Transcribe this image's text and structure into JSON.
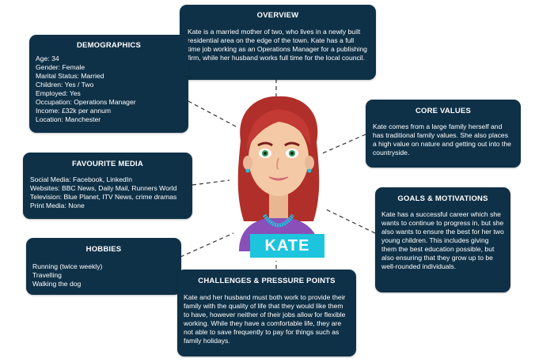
{
  "persona": {
    "name": "KATE"
  },
  "overview": {
    "title": "OVERVIEW",
    "text": "Kate is a married mother of two, who lives in a newly built residential area on the edge of the town. Kate has a full time job working as an Operations Manager for a publishing firm, while her husband works full time for the local council."
  },
  "demographics": {
    "title": "DEMOGRAPHICS",
    "lines": [
      "Age: 34",
      "Gender: Female",
      "Marital Status: Married",
      "Children: Yes / Two",
      "Employed: Yes",
      "Occupation: Operations Manager",
      "Income: £32k per annum",
      "Location: Manchester"
    ]
  },
  "core_values": {
    "title": "CORE VALUES",
    "text": "Kate comes from a large family herself and has traditional family values. She also places a high value on nature and getting out into the countryside."
  },
  "favourite_media": {
    "title": "FAVOURITE MEDIA",
    "lines": [
      "Social Media: Facebook, LinkedIn",
      "Websites: BBC News, Daily Mail, Runners World",
      "Television: Blue Planet, ITV News, crime dramas",
      "Print Media: None"
    ]
  },
  "goals": {
    "title": "GOALS & MOTIVATIONS",
    "text": "Kate has a successful career which she wants to continue to progress in, but she also wants to ensure the best for her two young children. This includes giving them the best education possible, but also ensuring that they grow up to be well-rounded individuals."
  },
  "hobbies": {
    "title": "HOBBIES",
    "lines": [
      "Running (twice weekly)",
      "Travelling",
      "Walking the dog"
    ]
  },
  "challenges": {
    "title": "CHALLENGES & PRESSURE POINTS",
    "text": "Kate and her husband must both work to provide their family with the quality of life that they would like them to have, however neither of their jobs allow for flexible working. While they have a comfortable life, they are not able to save frequently to pay for things such as family holidays."
  },
  "colors": {
    "card": "#0f3147",
    "badge": "#1cc4dd",
    "hair": "#b12f2a",
    "top": "#8a4fb8",
    "skin": "#f4c9a5"
  }
}
